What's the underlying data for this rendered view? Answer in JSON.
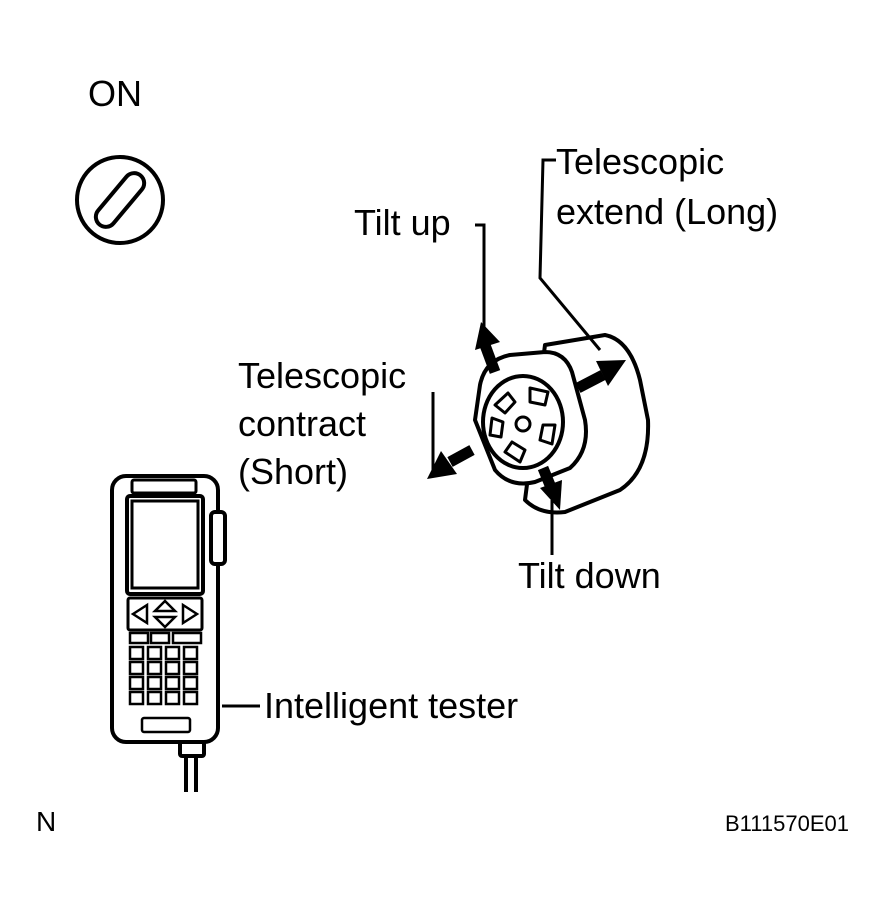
{
  "ignition": {
    "label": "ON"
  },
  "labels": {
    "tilt_up": "Tilt up",
    "tilt_down": "Tilt down",
    "telescopic_extend_line1": "Telescopic",
    "telescopic_extend_line2": "extend (Long)",
    "telescopic_contract_line1": "Telescopic",
    "telescopic_contract_line2": "contract",
    "telescopic_contract_line3": "(Short)",
    "tester": "Intelligent tester"
  },
  "footer": {
    "left": "N",
    "code": "B111570E01"
  },
  "colors": {
    "line": "#000000",
    "background": "#ffffff"
  }
}
